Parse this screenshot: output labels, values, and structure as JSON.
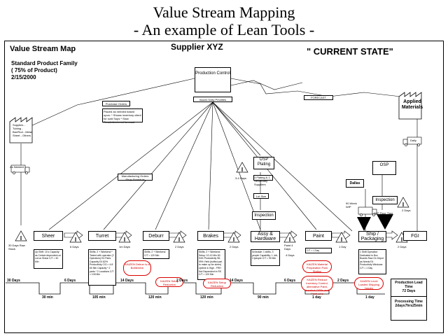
{
  "title_line1": "Value Stream Mapping",
  "title_line2": "- An example of Lean Tools -",
  "map_title": "Value Stream Map",
  "supplier": "Supplier XYZ",
  "state": "\" CURRENT STATE\"",
  "product_family": "Standard Product Family",
  "product_pct": "( 75% of Product)",
  "date": "2/15/2000",
  "production_control": "Production Control",
  "issues_daily": "Issues Daily Priorities",
  "purchase_orders": "Purchase Orders",
  "placed_notes": "Placed as needed based upon: * Shows inventory client for sold Sups * Slow Resolution/most forecast",
  "forecast": "FORECAST",
  "customer": "Applied Materials",
  "daily": "Daily",
  "suppliers_list": "Supplies - Tubing - Bar/Rod - Metal Sheet - Others",
  "as_needed": "As Needed",
  "mfg_orders": "Manufacturing Orders Shop Schedule",
  "osp_plating": "OSP Plating",
  "osp_small": "3-4 Days",
  "osp_notes": "3 Plating & 1 Secondary Suppliers",
  "osp_trans": "Lot Size",
  "inspection": "Inspection",
  "inspection_right": "Inspection",
  "osp_right": "OSP",
  "dallas": "Dallas",
  "dallas_note": "90 Week WIP",
  "ship_qty": "2 Days",
  "wip_note": "WIP Floor Time",
  "raw_note": "30 Days Raw Stock",
  "processes": [
    {
      "name": "Sheer",
      "ops": "1"
    },
    {
      "name": "Turret",
      "ops": "1"
    },
    {
      "name": "Deburr",
      "ops": "1"
    },
    {
      "name": "Brakes",
      "ops": "1"
    },
    {
      "name": "Assy & Hardware",
      "ops": "1"
    },
    {
      "name": "Paint",
      "ops": "1"
    },
    {
      "name": "Ship / Packaging",
      "ops": "1"
    },
    {
      "name": "FGI",
      "ops": ""
    }
  ],
  "inv_labels": [
    "6 Days",
    "1m Days",
    "2 Days",
    "2 Days",
    "Paint 4 Days",
    "4 Days",
    "1 Day",
    "2 Days"
  ],
  "data_boxes": [
    "Up Shift: 10 s Capacity: as Certain dependent on cut on Shear C/T = 30 Min",
    "Shifts: 2 + Weekend * Tested with operator (2 Operators) E4 Parts Capacity E4 82% Productivity C/O = 4-8 60 Min Capacity * 2 parts * 2 Locations C/T = 105 Min",
    "Shifts: 2 + Weekend C/T = 120 Min",
    "Shifts: 2 + Weekend Setup: 10-13 Min 82-94% Productivity 98-99% Yield (buffed part to make up for sheer) Uptime & High - FRH Not Dependent in RS C/T = 120 Min",
    "Schedule: 1 shifts, 3 people Capability: 1 Job, 3 lpeople C/T = 90 Min",
    "C/T = 1 Day",
    "1 Shift Operation Dedicated to Box Boards Raw On Depot as Needs E4 Productivity Windows: C/T = 1 Day"
  ],
  "kaizen": [
    "KAIZEN Deburr is a Bottleneck",
    "KAIZEN Setup Reduction",
    "KAIZEN Setup Reduction",
    "KAIZEN Material Preparation Flow Station",
    "KAIZEN Reduce Inventory Control, alternative Paint, conduct OSPs and Paint Line",
    "KAIZEN Level Loaded Shipping Issues"
  ],
  "timeline_days": [
    "30 Days",
    "6 Days",
    "14 Days",
    "2 Days",
    "14 Days",
    "6 Days",
    "2 Days"
  ],
  "timeline_times": [
    "30 min",
    "105 min",
    "120 min",
    "120 min",
    "90 min",
    "1 day",
    "1 day"
  ],
  "lead_time_label": "Production Lead Time",
  "lead_time_value": "72 Days",
  "processing_label": "Processing Time",
  "processing_value": "2days7hrs25min"
}
